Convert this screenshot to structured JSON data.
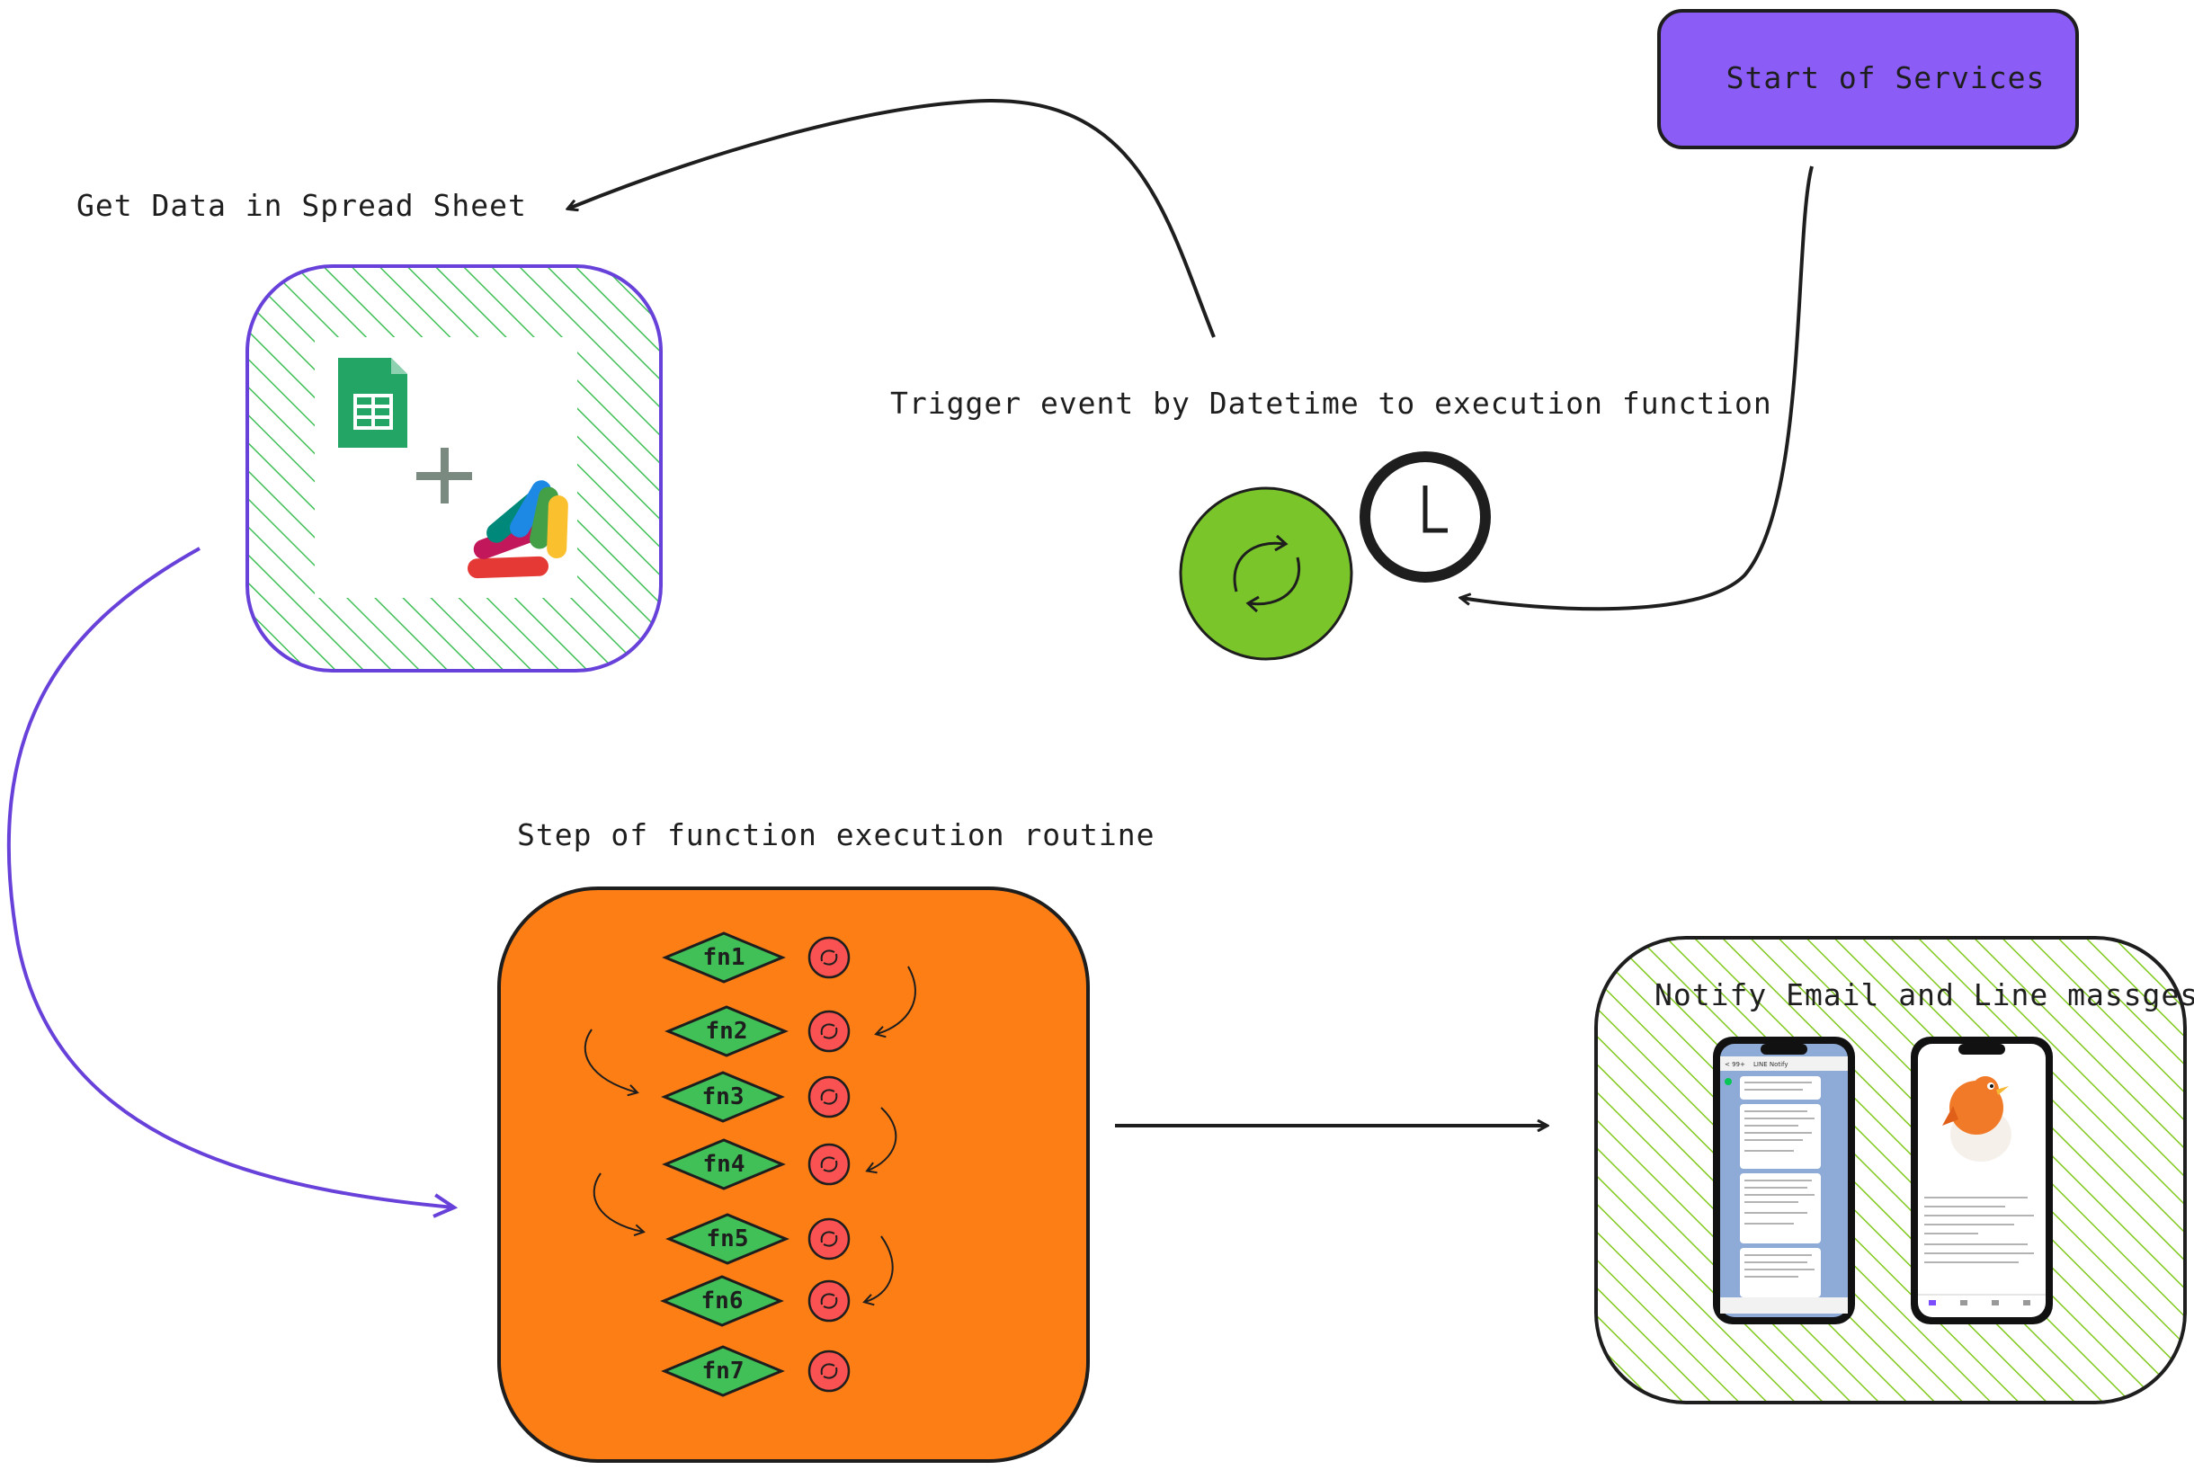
{
  "labels": {
    "start": "Start of Services",
    "get_data": "Get Data in Spread Sheet",
    "trigger": "Trigger event by Datetime to execution function",
    "step": "Step of function execution routine",
    "notify": "Notify Email and Line massges."
  },
  "functions": [
    "fn1",
    "fn2",
    "fn3",
    "fn4",
    "fn5",
    "fn6",
    "fn7"
  ],
  "phone_left": {
    "app_title": "LINE Notify",
    "back": "< 99+"
  },
  "colors": {
    "start_box": "#8b5cf6",
    "routine_box": "#fd7e14",
    "diamond": "#40c057",
    "circle": "#fa5252",
    "trigger_circle": "#7ac52a",
    "hatch_green": "#40c057",
    "hatch_lime": "#82c91e",
    "arrow_purple": "#6741d9"
  }
}
